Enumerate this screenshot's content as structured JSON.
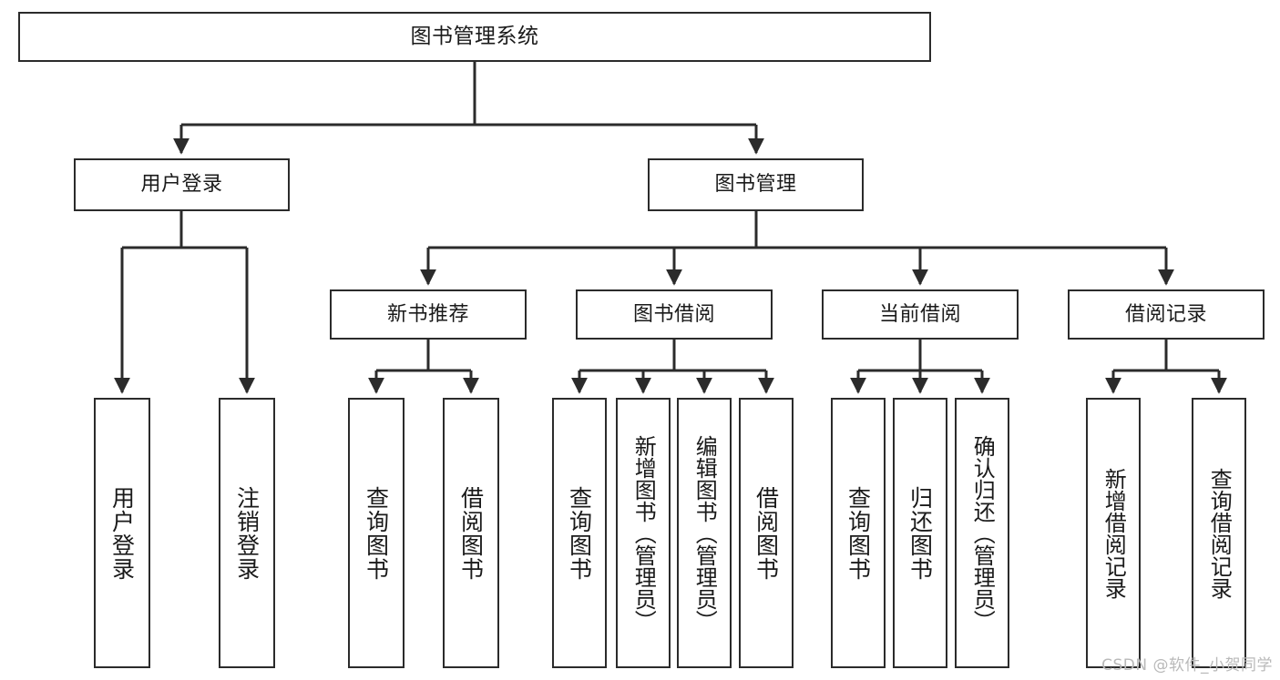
{
  "diagram": {
    "title": "图书管理系统",
    "type": "tree",
    "orientation": "top-down",
    "line_color": "#2b2b2b",
    "box_fill": "#ffffff",
    "text_color": "#1a1a1a"
  },
  "nodes": {
    "root": {
      "label": "图书管理系统"
    },
    "level2": [
      {
        "id": "user-login",
        "label": "用户登录"
      },
      {
        "id": "book-manage",
        "label": "图书管理"
      }
    ],
    "level3": [
      {
        "id": "new-book-recommend",
        "label": "新书推荐"
      },
      {
        "id": "book-borrow",
        "label": "图书借阅"
      },
      {
        "id": "current-borrow",
        "label": "当前借阅"
      },
      {
        "id": "borrow-record",
        "label": "借阅记录"
      }
    ],
    "leaves": {
      "user_login": [
        {
          "id": "leaf-user-login",
          "label": "用户登录"
        },
        {
          "id": "leaf-logout",
          "label": "注销登录"
        }
      ],
      "new_book_recommend": [
        {
          "id": "leaf-query-book-1",
          "label": "查询图书"
        },
        {
          "id": "leaf-borrow-book-1",
          "label": "借阅图书"
        }
      ],
      "book_borrow": [
        {
          "id": "leaf-query-book-2",
          "label": "查询图书"
        },
        {
          "id": "leaf-add-book",
          "label": "新增图书（管理员）"
        },
        {
          "id": "leaf-edit-book",
          "label": "编辑图书（管理员）"
        },
        {
          "id": "leaf-borrow-book-2",
          "label": "借阅图书"
        }
      ],
      "current_borrow": [
        {
          "id": "leaf-query-book-3",
          "label": "查询图书"
        },
        {
          "id": "leaf-return-book",
          "label": "归还图书"
        },
        {
          "id": "leaf-confirm-return",
          "label": "确认归还（管理员）"
        }
      ],
      "borrow_record": [
        {
          "id": "leaf-add-record",
          "label": "新增借阅记录"
        },
        {
          "id": "leaf-query-record",
          "label": "查询借阅记录"
        }
      ]
    }
  },
  "watermark": {
    "text": "CSDN @软件_小贺同学"
  }
}
